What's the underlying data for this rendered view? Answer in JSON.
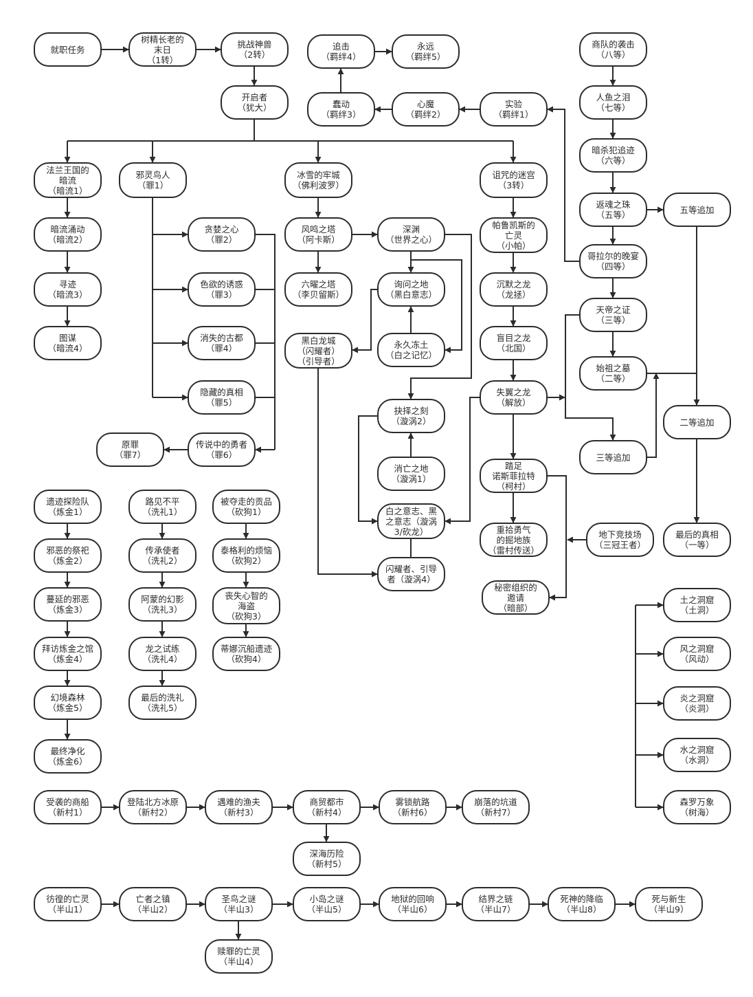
{
  "colors": {
    "line": "#2b2b2b",
    "node_border": "#2b2b2b",
    "background": "#ffffff",
    "text": "#2b2b2b"
  },
  "nodes": {
    "n_jiuzhi": "就职任务",
    "n_shujing": "树精长老的\n末日\n（1转）",
    "n_tiaozhan": "挑战神兽\n（2转）",
    "n_kaiqi": "开启者\n（犹大）",
    "n_zhuiji": "追击\n（羁绊4）",
    "n_yongyuan": "永远\n（羁绊5）",
    "n_chundong": "蠢动\n（羁绊3）",
    "n_xinmo": "心魔\n（羁绊2）",
    "n_shiyan": "实验\n（羁绊1）",
    "n_shangdui": "商队的袭击\n（八等）",
    "n_renyu": "人鱼之泪\n（七等）",
    "n_ansha": "暗杀犯追迹\n（六等）",
    "n_fanhun": "返魂之珠\n（五等）",
    "n_wuzhui": "五等追加",
    "n_gelaer": "哥拉尔的晚宴\n（四等）",
    "n_tiandi": "天帝之证\n（三等）",
    "n_shizu": "始祖之墓\n（二等）",
    "n_erzhui": "二等追加",
    "n_sanzhui": "三等追加",
    "n_zuihou_zx": "最后的真相\n（一等）",
    "n_falan": "法兰王国的\n暗流\n（暗流1）",
    "n_anliu2": "暗流涌动\n（暗流2）",
    "n_xunji": "寻迹\n（暗流3）",
    "n_tumou": "图谋\n（暗流4）",
    "n_xieling": "邪灵鸟人\n（罪1）",
    "n_tanlan": "贪婪之心\n（罪2）",
    "n_seyu": "色欲的诱惑\n（罪3）",
    "n_xiaoshi": "消失的古都\n（罪4）",
    "n_yincang": "隐藏的真相\n（罪5）",
    "n_chuanshuo": "传说中的勇者\n（罪6）",
    "n_yuanzui": "原罪\n（罪7）",
    "n_bingxue": "冰雪的牢城\n（佛利波罗）",
    "n_fengming": "风鸣之塔\n（阿卡斯）",
    "n_liuyao": "六曜之塔\n（李贝留斯）",
    "n_shenyuan": "深渊\n（世界之心）",
    "n_xunwen": "询问之地\n（黑白意志）",
    "n_yongjiu": "永久冻土\n（白之记忆）",
    "n_heibai": "黑白龙城\n（闪耀者）\n（引导者）",
    "n_jueze": "抉择之刻\n（漩涡2）",
    "n_xiaowang": "消亡之地\n（漩涡1）",
    "n_baizhi": "白之意志、黑\n之意志（漩涡\n3/砍龙）",
    "n_shanyao": "闪耀者、引导\n者（漩涡4）",
    "n_zuzhou": "诅咒的迷宫\n（3转）",
    "n_palu": "帕鲁凯斯的\n亡灵\n（小帕）",
    "n_chenmo": "沉默之龙\n（龙拯）",
    "n_mangmu": "盲目之龙\n（北国）",
    "n_shiyi": "失翼之龙\n（解放）",
    "n_tazu": "踏足\n诺斯菲拉特\n（柯村）",
    "n_chongshi": "重拾勇气\n的掘地族\n（雷村传送）",
    "n_dixia": "地下竞技场\n（三冠王者）",
    "n_mimi": "秘密组织的\n邀请\n（暗部）",
    "n_yiji": "遗迹探险队\n（炼金1）",
    "n_xiee": "邪恶的祭祀\n（炼金2）",
    "n_manyan": "蔓延的邪恶\n（炼金3）",
    "n_baifang": "拜访炼金之馆\n（炼金4）",
    "n_huanjing": "幻境森林\n（炼金5）",
    "n_zuizhong": "最终净化\n（炼金6）",
    "n_lujian": "路见不平\n（洗礼1）",
    "n_chuancheng": "传承使者\n（洗礼2）",
    "n_ameng": "阿蒙的幻影\n（洗礼3）",
    "n_longzhi": "龙之试练\n（洗礼4）",
    "n_zuihou_xl": "最后的洗礼\n（洗礼5）",
    "n_beiduo": "被夺走的贡品\n（砍狗1）",
    "n_taigeli": "泰格利的烦恼\n（砍狗2）",
    "n_sangshi": "丧失心智的\n海盗\n（砍狗3）",
    "n_dina": "蒂娜沉船遗迹\n（砍狗4）",
    "n_tu": "土之洞窟\n（土洞）",
    "n_feng": "风之洞窟\n（风动）",
    "n_yan": "炎之洞窟\n（炎洞）",
    "n_shui": "水之洞窟\n（水洞）",
    "n_senluo": "森罗万象\n（树海）",
    "n_shouxi": "受袭的商船\n（新村1）",
    "n_denglu": "登陆北方冰原\n（新村2）",
    "n_zaonan": "遇难的渔夫\n（新村3）",
    "n_shangmao": "商贸都市\n（新村4）",
    "n_shenhai": "深海历险\n（新村5）",
    "n_wusuo": "雾锁航路\n（新村6）",
    "n_bengluo": "崩落的坑道\n（新村7）",
    "n_panghuang": "彷徨的亡灵\n（半山1）",
    "n_wangzhe": "亡者之镇\n（半山2）",
    "n_shengniao": "圣鸟之谜\n（半山3）",
    "n_shuzui": "赎罪的亡灵\n（半山4）",
    "n_xiaodao": "小岛之谜\n（半山5）",
    "n_diyu": "地狱的回响\n（半山6）",
    "n_jiejie": "结界之链\n（半山7）",
    "n_sishen": "死神的降临\n（半山8）",
    "n_siyu": "死与新生\n（半山9）"
  }
}
